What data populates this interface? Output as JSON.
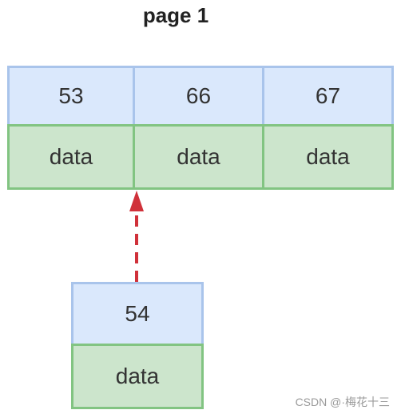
{
  "title": "page 1",
  "page": {
    "keys": [
      "53",
      "66",
      "67"
    ],
    "values": [
      "data",
      "data",
      "data"
    ]
  },
  "new_node": {
    "key": "54",
    "value": "data"
  },
  "colors": {
    "key_fill": "#dae8fc",
    "key_border": "#a9c4eb",
    "value_fill": "#cce5cc",
    "value_border": "#82c482",
    "arrow": "#d0313a"
  },
  "watermark": "CSDN @·梅花十三"
}
